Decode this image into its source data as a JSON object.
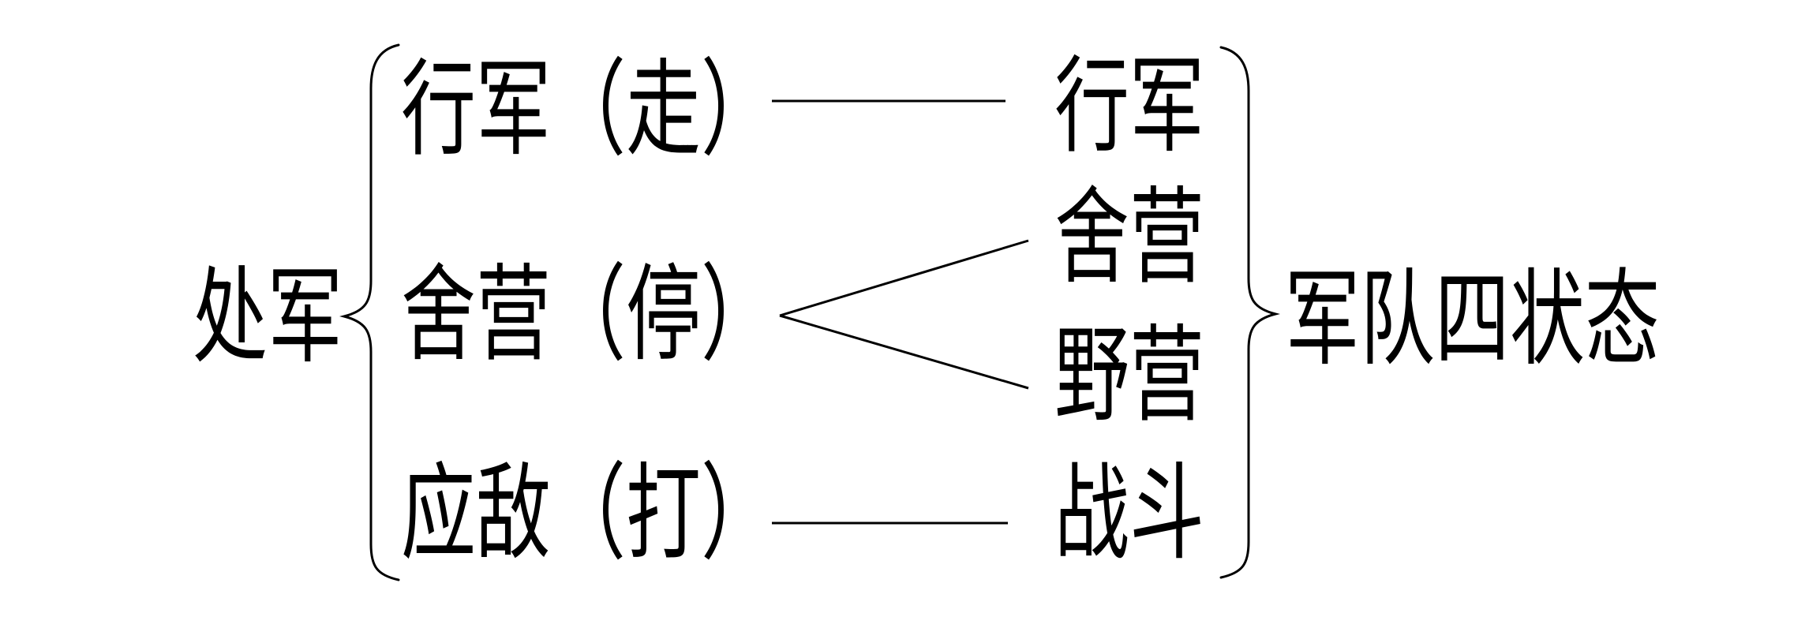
{
  "diagram": {
    "background": "#ffffff",
    "ink_color": "#000000",
    "root": {
      "label": "处军"
    },
    "left_group": {
      "items": [
        {
          "label": "行军（走）"
        },
        {
          "label": "舍营（停）"
        },
        {
          "label": "应敌（打）"
        }
      ]
    },
    "right_group": {
      "items": [
        {
          "label": "行军"
        },
        {
          "label": "舍营"
        },
        {
          "label": "野营"
        },
        {
          "label": "战斗"
        }
      ]
    },
    "summary": {
      "label": "军队四状态"
    },
    "connections": [
      {
        "from": "行军（走）",
        "to": [
          "行军"
        ]
      },
      {
        "from": "舍营（停）",
        "to": [
          "舍营",
          "野营"
        ]
      },
      {
        "from": "应敌（打）",
        "to": [
          "战斗"
        ]
      }
    ]
  }
}
